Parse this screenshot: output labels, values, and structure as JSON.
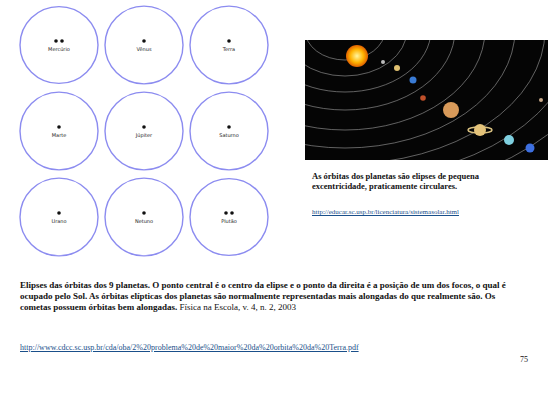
{
  "diagram": {
    "nodes": [
      {
        "text": [
          "Mercúrio"
        ]
      },
      {
        "text": [
          "Vênus"
        ]
      },
      {
        "text": [
          "Terra"
        ]
      },
      {
        "text": [
          "Marte"
        ]
      },
      {
        "text": [
          "Júpiter"
        ]
      },
      {
        "text": [
          "Saturno"
        ]
      },
      {
        "text": [
          "Urano"
        ]
      },
      {
        "text": [
          "Netuno"
        ]
      },
      {
        "text": [
          "Plutão"
        ]
      }
    ],
    "labels": [
      "As órbitas dos planetas são elipses de pequena excentricidade, praticamente circulares.",
      "http://educar.sc.usp.br/licenciatura/sistemasolar.html",
      "Elipses das órbitas dos 9 planetas. O ponto central é o centro da elipse e o ponto da direita é a posição de um dos focos, o qual é ocupado pelo Sol. As órbitas elípticas dos planetas são normalmente representadas mais alongadas do que realmente são. Os cometas possuem órbitas bem alongadas.",
      "Física na Escola, v. 4, n. 2, 2003",
      "http://www.cdcc.sc.usp.br/cda/oba/2%20problema%20de%20maior%20da%20orbita%20da%20Terra.pdf",
      "75"
    ]
  }
}
